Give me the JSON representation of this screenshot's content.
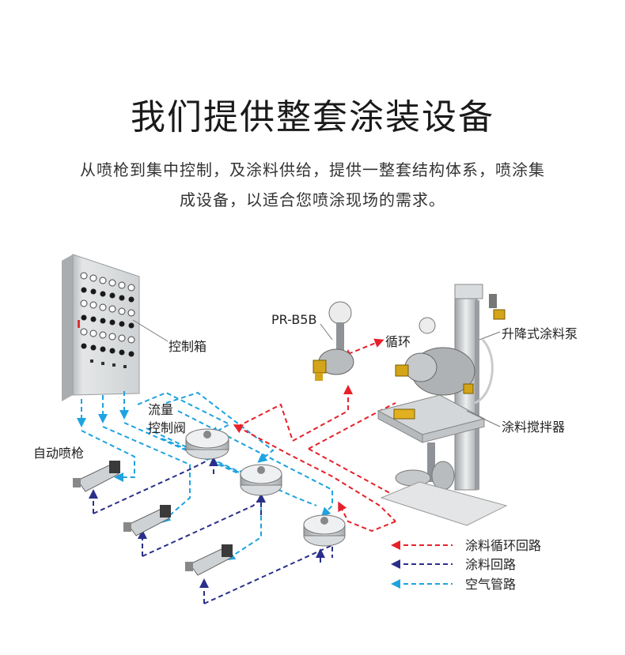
{
  "heading": "我们提供整套涂装设备",
  "intro_line1": "从喷枪到集中控制，及涂料供给，提供一整套结构体系，喷涂集",
  "intro_line2": "成设备，以适合您喷涂现场的需求。",
  "labels": {
    "control_box": "控制箱",
    "flow_valve_1": "流量",
    "flow_valve_2": "控制阀",
    "auto_gun": "自动喷枪",
    "prb5b": "PR-B5B",
    "circulation": "循环",
    "lift_pump": "升降式涂料泵",
    "mixer": "涂料搅拌器"
  },
  "legend": [
    {
      "label": "涂料循环回路",
      "color": "#e8202a",
      "dash": "red"
    },
    {
      "label": "涂料回路",
      "color": "#2a2f8a",
      "dash": "navy"
    },
    {
      "label": "空气管路",
      "color": "#1ea3e0",
      "dash": "cyan"
    }
  ],
  "colors": {
    "red": "#e8202a",
    "navy": "#2a2f8a",
    "cyan": "#1ea3e0"
  }
}
